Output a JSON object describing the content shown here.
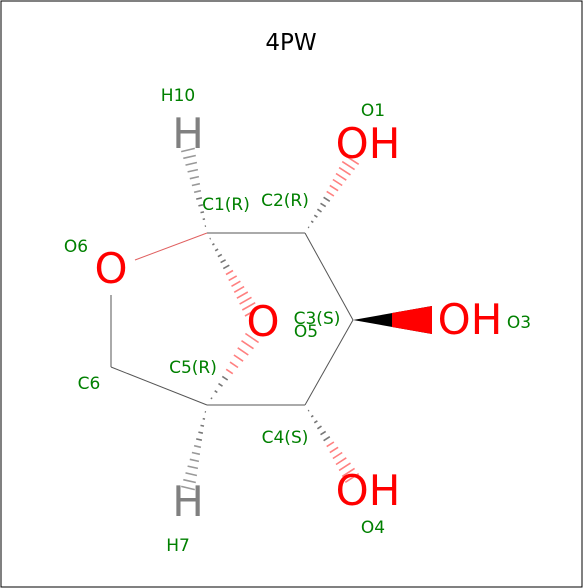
{
  "title": "4PW",
  "colors": {
    "background": "#ffffff",
    "border": "#000000",
    "bond": "#000000",
    "bond_grey": "#555555",
    "oxygen": "#ff0000",
    "hydrogen": "#808080",
    "label": "#008000",
    "hash_red": "#ff8080",
    "hash_dark": "#777777"
  },
  "atoms": {
    "o1": "OH",
    "o3": "OH",
    "o4": "OH",
    "o5": "O",
    "o6": "O",
    "h10": "H",
    "h7": "H"
  },
  "labels": {
    "o1": "O1",
    "o3": "O3",
    "o4": "O4",
    "o5": "O5",
    "o6": "O6",
    "c1": "C1(R)",
    "c2": "C2(R)",
    "c3": "C3(S)",
    "c4": "C4(S)",
    "c5": "C5(R)",
    "c6": "C6",
    "h10": "H10",
    "h7": "H7"
  }
}
